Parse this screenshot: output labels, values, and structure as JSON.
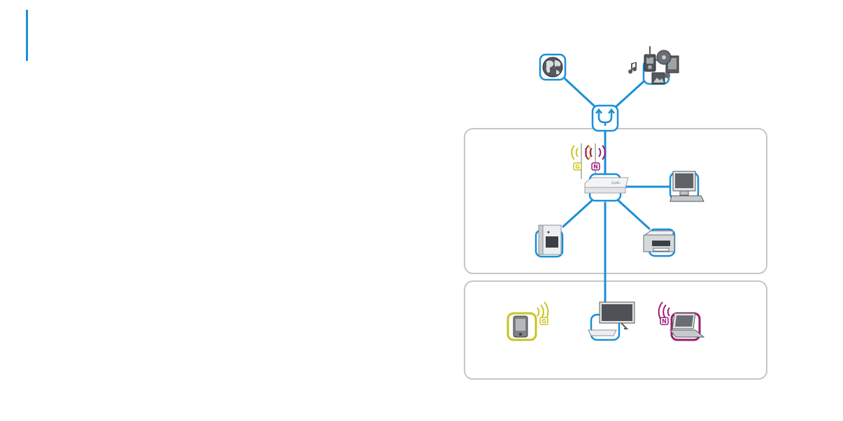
{
  "colors": {
    "accent": "#1a8fd8",
    "wifi_g": "#c8c41e",
    "wifi_n": "#9b1c72",
    "panel_border": "#bfc4c8",
    "device_gray": "#777b80"
  },
  "badges": {
    "g": "G",
    "n": "N"
  },
  "router": {
    "brand": "ZyXEL"
  },
  "icons": [
    "globe-icon",
    "media-icon",
    "switch-icon",
    "router-icon",
    "desktop-icon",
    "nas-icon",
    "printer-icon",
    "pda-icon",
    "media-player-icon",
    "laptop-icon"
  ]
}
